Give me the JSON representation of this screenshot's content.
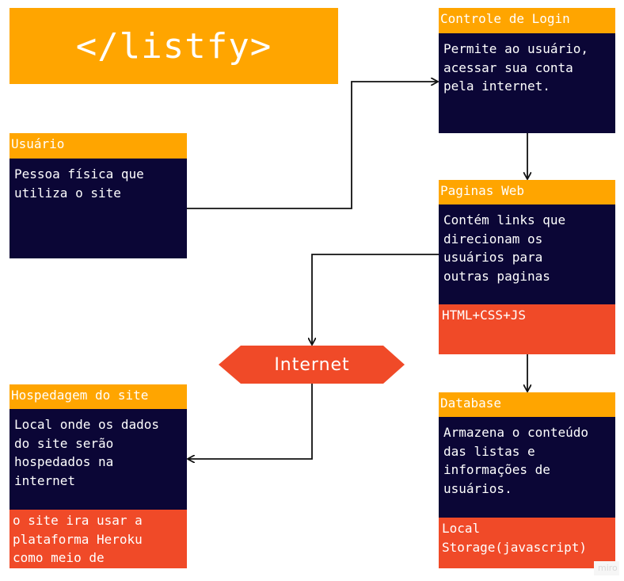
{
  "logo": {
    "text": "</listfy>"
  },
  "cards": {
    "usuario": {
      "title": "Usuário",
      "body": "Pessoa física que\nutiliza o site"
    },
    "controle_login": {
      "title": "Controle de Login",
      "body": "Permite ao usuário,\nacessar sua conta\npela internet."
    },
    "paginas_web": {
      "title": "Paginas Web",
      "body": "Contém links que\ndirecionam os\nusuários para\noutras paginas",
      "note": "HTML+CSS+JS"
    },
    "hospedagem": {
      "title": "Hospedagem do site",
      "body": "Local onde os dados\ndo site serão\nhospedados na\ninternet",
      "note": "o site ira usar a\nplataforma Heroku\ncomo meio de"
    },
    "database": {
      "title": "Database",
      "body": "Armazena o conteúdo\ndas listas e\ninformações de\nusuários.",
      "note": "Local\nStorage(javascript)"
    }
  },
  "internet": {
    "label": "Internet"
  },
  "watermark": {
    "text": "miro"
  },
  "colors": {
    "header": "#FFA500",
    "body": "#0B0636",
    "note": "#F04A28",
    "text": "#FFFFFF",
    "connector": "#111111"
  },
  "connectors": [
    {
      "from": "usuario",
      "to": "controle_login"
    },
    {
      "from": "controle_login",
      "to": "paginas_web"
    },
    {
      "from": "paginas_web",
      "to": "internet"
    },
    {
      "from": "paginas_web",
      "to": "database"
    },
    {
      "from": "internet",
      "to": "hospedagem"
    }
  ]
}
